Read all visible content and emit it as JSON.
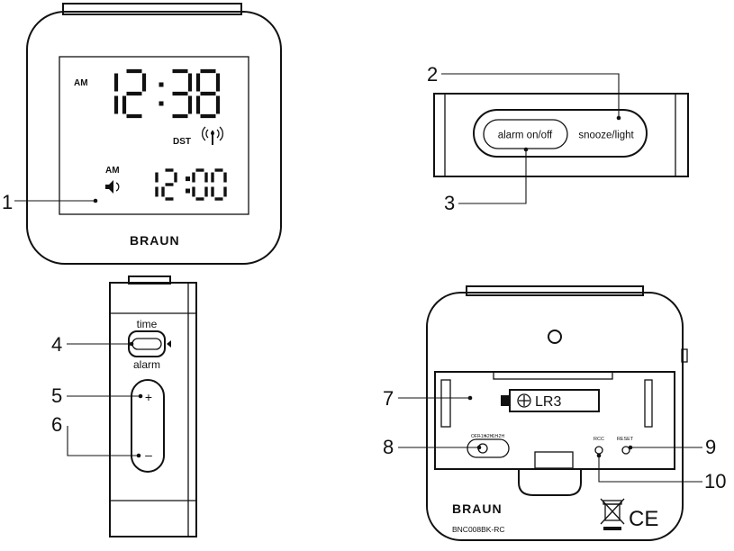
{
  "front_view": {
    "main_time_period": "AM",
    "main_time": "12:38",
    "dst_label": "DST",
    "alarm_period": "AM",
    "alarm_time": "12:00",
    "brand": "BRAUN"
  },
  "top_view": {
    "alarm_button_label": "alarm on/off",
    "snooze_button_label": "snooze/light"
  },
  "side_view": {
    "switch_top_label": "time",
    "switch_bottom_label": "alarm",
    "plus_label": "+",
    "minus_label": "–"
  },
  "back_view": {
    "battery_label": "LR3",
    "rcc_label": "RCC",
    "reset_label": "RESET",
    "brand": "BRAUN",
    "model": "BNC008BK-RC",
    "ce_mark": "CE",
    "zone_labels": [
      "OFF",
      "+1H",
      "+2H",
      "-1H",
      "-2H"
    ]
  },
  "callouts": [
    "1",
    "2",
    "3",
    "4",
    "5",
    "6",
    "7",
    "8",
    "9",
    "10"
  ]
}
